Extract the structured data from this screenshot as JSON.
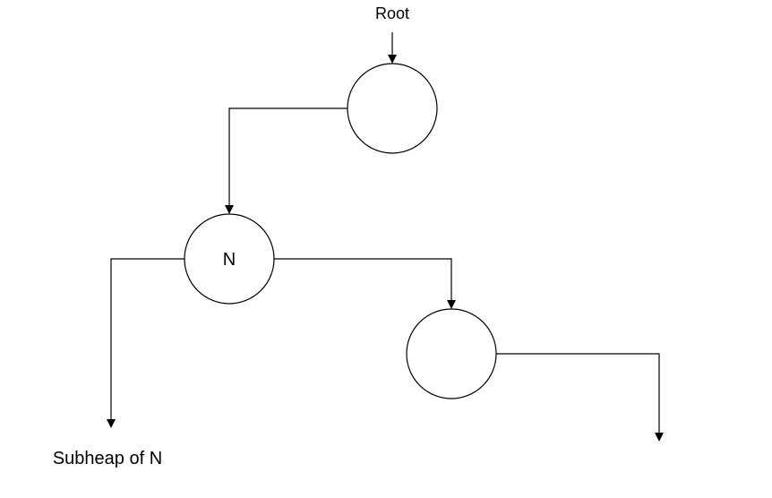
{
  "labels": {
    "root": "Root",
    "node_n": "N",
    "subheap": "Subheap of N"
  }
}
